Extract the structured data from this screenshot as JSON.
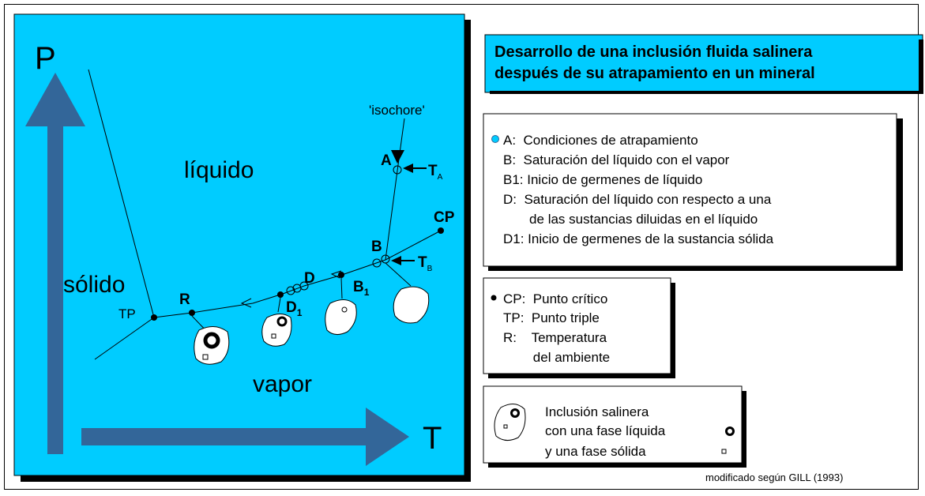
{
  "diagram": {
    "axis_p": "P",
    "axis_t": "T",
    "isochore": "'isochore'",
    "liquido": "líquido",
    "solido": "sólido",
    "vapor": "vapor",
    "pt_a": "A",
    "pt_b": "B",
    "pt_b1": "B",
    "pt_b1_sub": "1",
    "pt_cp": "CP",
    "pt_d": "D",
    "pt_d1": "D",
    "pt_d1_sub": "1",
    "pt_r": "R",
    "pt_tp": "TP",
    "ta": "T",
    "ta_sub": "A",
    "tb": "T",
    "tb_sub": "B"
  },
  "title": {
    "line1": "Desarrollo de una inclusión fluida salinera",
    "line2": "después de su atrapamiento en un mineral"
  },
  "legend1": {
    "lines": [
      "A:  Condiciones de atrapamiento",
      "B:  Saturación del líquido con el vapor",
      "B1: Inicio de germenes de líquido",
      "D:  Saturación del líquido con respecto a una",
      "       de las sustancias diluidas en el líquido",
      "D1: Inicio de germenes de la sustancia sólida"
    ]
  },
  "legend2": {
    "lines": [
      "CP:  Punto crítico",
      "TP:  Punto triple",
      "R:    Temperatura",
      "        del ambiente"
    ]
  },
  "legend3": {
    "lines": [
      "Inclusión salinera",
      "con una fase líquida",
      "y una fase sólida"
    ]
  },
  "credit": "modificado según GILL (1993)",
  "colors": {
    "panel": "#00ccff",
    "arrow": "#336699"
  }
}
